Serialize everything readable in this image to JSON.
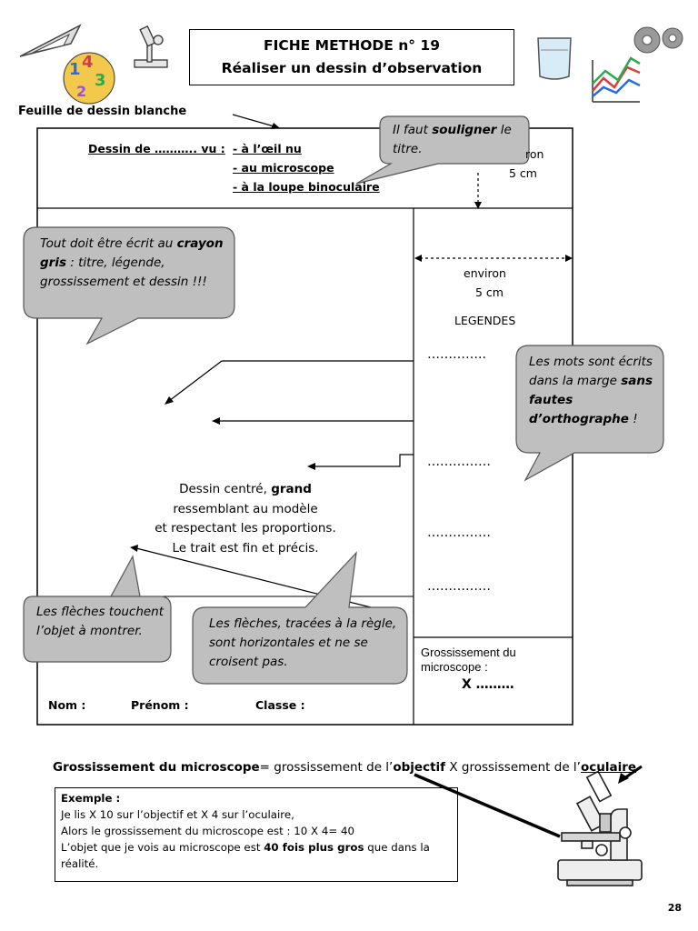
{
  "title": {
    "line1": "FICHE METHODE n° 19",
    "line2": "Réaliser un dessin d’observation"
  },
  "sheet_label": "Feuille de dessin blanche",
  "header": {
    "dessin_de": "Dessin de ……….. vu :",
    "opt1": "- à l’œil nu",
    "opt2": "- au microscope",
    "opt3": "- à la loupe binoculaire",
    "environ_top": "ron",
    "cm_top": "5 cm"
  },
  "bubbles": {
    "souligner_pre": "Il faut ",
    "souligner_bold": "souligner",
    "souligner_post": " le titre.",
    "crayon_pre": "Tout doit être écrit au ",
    "crayon_bold": "crayon gris",
    "crayon_post": " : titre, légende, grossissement et dessin !!!",
    "mots_pre": "Les mots sont écrits dans la marge ",
    "mots_bold": "sans fautes d’orthographe",
    "mots_post": " !",
    "fleches_touchent": "Les flèches touchent l’objet à montrer.",
    "fleches_regle": "Les flèches, tracées à la règle, sont horizontales et ne se croisent pas."
  },
  "margin": {
    "environ": "environ",
    "cm": "5 cm",
    "legendes": "LEGENDES",
    "dots": [
      "…………..",
      "……………",
      "……………",
      "……………"
    ]
  },
  "center_text": {
    "line1_pre": "Dessin centré, ",
    "line1_bold": "grand",
    "line2": "ressemblant au modèle",
    "line3": "et respectant les proportions.",
    "line4": "Le trait est fin et précis."
  },
  "footer_fields": {
    "nom": "Nom :",
    "prenom": "Prénom :",
    "classe": "Classe :"
  },
  "grossissement_box": {
    "label1": "Grossissement du",
    "label2": "microscope :",
    "value": "X ………"
  },
  "formula": {
    "a_bold": "Grossissement du microscope",
    "b": "= grossissement de l’",
    "c_bold": "objectif",
    "d": "  X grossissement de l’",
    "e_bold": "oculaire"
  },
  "example": {
    "heading": "Exemple :",
    "line1": " Je lis X 10 sur l’objectif et X 4 sur l’oculaire,",
    "line2": "Alors le grossissement du microscope est : 10 X 4= 40",
    "line3_pre": "L’objet que je vois au microscope est ",
    "line3_bold": "40 fois plus gros",
    "line3_post": " que dans la réalité."
  },
  "page_number": "28",
  "colors": {
    "bubble_fill": "#bfbfbf",
    "bubble_stroke": "#555555"
  }
}
